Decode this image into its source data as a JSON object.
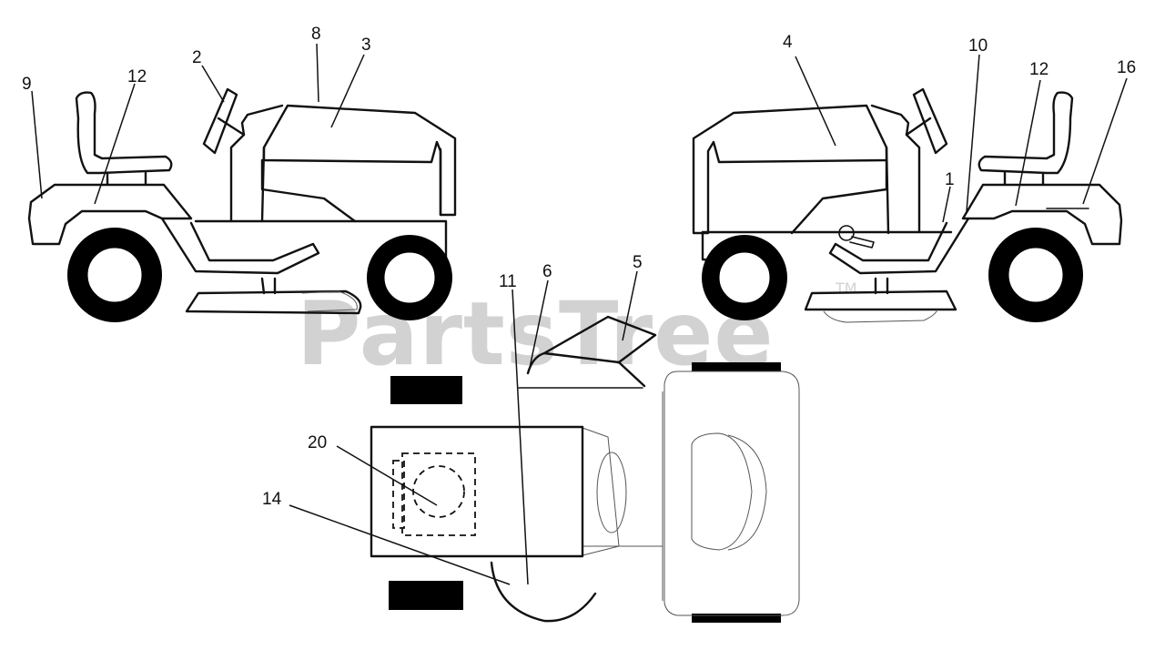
{
  "watermark": {
    "text": "PartsTree",
    "trademark": "TM"
  },
  "callouts": {
    "c1": "1",
    "c2": "2",
    "c3": "3",
    "c4": "4",
    "c5": "5",
    "c6": "6",
    "c8": "8",
    "c9": "9",
    "c10": "10",
    "c11": "11",
    "c12_left": "12",
    "c12_right": "12",
    "c14": "14",
    "c16": "16",
    "c20": "20"
  },
  "colors": {
    "line": "#111111",
    "watermark": "#d2d2d2",
    "background": "#ffffff"
  }
}
